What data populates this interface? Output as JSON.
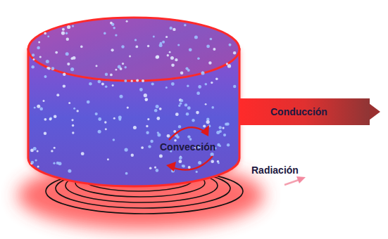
{
  "diagram": {
    "nodes": [
      {
        "text": [
          "Conducción"
        ]
      }
    ],
    "labels": [
      "Convección",
      "Radiación"
    ]
  }
}
